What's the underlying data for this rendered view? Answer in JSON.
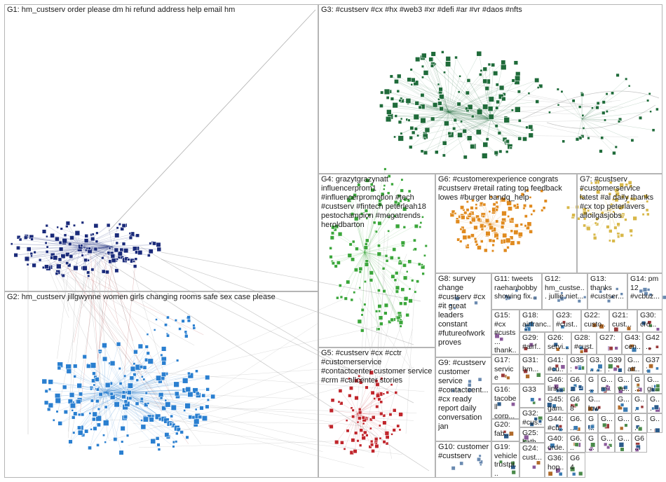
{
  "groups": [
    {
      "id": "G1",
      "label": "G1: hm_custserv order please dm hi refund address help email hm"
    },
    {
      "id": "G2",
      "label": "G2: hm_custserv jillgwynne women girls changing rooms safe sex case please"
    },
    {
      "id": "G3",
      "label": "G3: #custserv #cx #hx #web3 #xr #defi #ar #vr #daos #nfts"
    },
    {
      "id": "G4",
      "label": "G4: grazytgrazynatt influencerprom1 #influencerpromotion #tech #custserv #fintech peterleah18 pestochampion #megatrends heroldbarton"
    },
    {
      "id": "G5",
      "label": "G5: #custserv #cx #cctr #customerservice #contactcenter customer service #crm #callcenter stories"
    },
    {
      "id": "G6",
      "label": "G6: #customerexperience congrats #custserv #retail rating top feedback lowes #burger bandq_help"
    },
    {
      "id": "G7",
      "label": "G7: #custserv #customerservice latest #ai daily thanks #cx top peterlavers alloilgasjobs"
    },
    {
      "id": "G8",
      "label": "G8: survey change #custserv #cx #it great leaders constant #futureofwork proves"
    },
    {
      "id": "G9",
      "label": "G9: #custserv customer service #contactcent... #cx ready report daily conversation jan"
    },
    {
      "id": "G10",
      "label": "G10: customer #custserv"
    },
    {
      "id": "G11",
      "label": "G11: tweets raehanbobby showing fix..."
    },
    {
      "id": "G12",
      "label": "G12: hm_custse... jullie niet..."
    },
    {
      "id": "G13",
      "label": "G13: thanks #custser..."
    },
    {
      "id": "G14",
      "label": "G14: pm 12 #vcbuz..."
    },
    {
      "id": "G15",
      "label": "G15: #cx #custs... thank..."
    },
    {
      "id": "G16",
      "label": "G16: tacobell corp..."
    },
    {
      "id": "G17",
      "label": "G17: service custo..."
    },
    {
      "id": "G18",
      "label": "G18: airfranc..."
    },
    {
      "id": "G19",
      "label": "G19: vehicle trustpi..."
    },
    {
      "id": "G20",
      "label": "G20: fab..."
    },
    {
      "id": "G21",
      "label": "G21: cust..."
    },
    {
      "id": "G22",
      "label": "G22: custo..."
    },
    {
      "id": "G23",
      "label": "G23: #cust..."
    },
    {
      "id": "G24",
      "label": "G24: cust..."
    },
    {
      "id": "G25",
      "label": "G25: kath..."
    },
    {
      "id": "G26",
      "label": "G26: servi..."
    },
    {
      "id": "G27",
      "label": "G27:"
    },
    {
      "id": "G28",
      "label": "G28: #cust..."
    },
    {
      "id": "G29",
      "label": "G29: #airf..."
    },
    {
      "id": "G30",
      "label": "G30: cro..."
    },
    {
      "id": "G31",
      "label": "G31: hm..."
    },
    {
      "id": "G32",
      "label": "G32: #cus..."
    },
    {
      "id": "G33",
      "label": "G33"
    },
    {
      "id": "G35",
      "label": "G35: #c..."
    },
    {
      "id": "G36",
      "label": "G36: hop..."
    },
    {
      "id": "G37",
      "label": "G37: am..."
    },
    {
      "id": "G38",
      "label": "G3... ..."
    },
    {
      "id": "G39",
      "label": "G39: cus..."
    },
    {
      "id": "G40",
      "label": "G40: orde..."
    },
    {
      "id": "G41",
      "label": "G41: #cu..."
    },
    {
      "id": "G42",
      "label": "G42 ..."
    },
    {
      "id": "G43",
      "label": "G43: cen..."
    },
    {
      "id": "G44",
      "label": "G44: #cu..."
    },
    {
      "id": "G45",
      "label": "G45: gam..."
    },
    {
      "id": "G46",
      "label": "G46: link..."
    },
    {
      "id": "G6x1",
      "label": "G6..."
    },
    {
      "id": "G6x2",
      "label": "G6..."
    },
    {
      "id": "G6x3",
      "label": "G6..."
    },
    {
      "id": "G6x4",
      "label": "G6..."
    },
    {
      "id": "G64",
      "label": "G64"
    },
    {
      "id": "G68",
      "label": "G68"
    },
    {
      "id": "Gm1",
      "label": "G..."
    },
    {
      "id": "Gm2",
      "label": "G... att..."
    },
    {
      "id": "Gm3",
      "label": "G... m..."
    },
    {
      "id": "Gm4",
      "label": "G... ve..."
    },
    {
      "id": "Gm5",
      "label": "G... gi..."
    },
    {
      "id": "Gm6",
      "label": "G... low cu..."
    },
    {
      "id": "Gm7",
      "label": "G... #..."
    },
    {
      "id": "Gm8",
      "label": "G... ..."
    },
    {
      "id": "Gm9",
      "label": "G..."
    },
    {
      "id": "Gm10",
      "label": "G..."
    },
    {
      "id": "Gm11",
      "label": "G..."
    },
    {
      "id": "Gm12",
      "label": "G..."
    },
    {
      "id": "Gm13",
      "label": "G..."
    },
    {
      "id": "Gm14",
      "label": "G..."
    },
    {
      "id": "Gm15",
      "label": "G..."
    },
    {
      "id": "Gm16",
      "label": "G..."
    },
    {
      "id": "Gm17",
      "label": "G..."
    },
    {
      "id": "Gm18",
      "label": "G..."
    }
  ],
  "colors": {
    "G1": "#1a2a7a",
    "G2": "#2a7fd0",
    "G3": "#1f6b3a",
    "G4": "#3aa63a",
    "G5": "#c0252b",
    "G6": "#e08a1e",
    "G7": "#d8b84a",
    "edge": "#8c8c8c",
    "border": "#b5b5b5"
  }
}
